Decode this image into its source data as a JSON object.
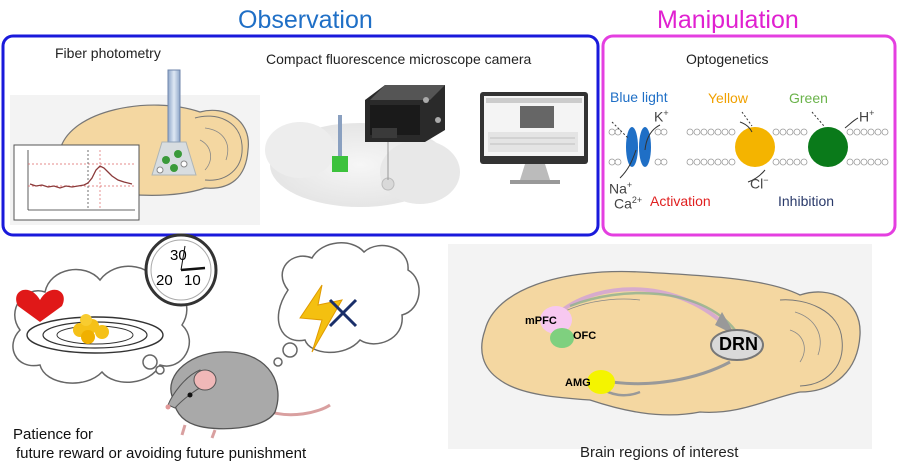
{
  "observation": {
    "title": "Observation",
    "title_color": "#1f6fc6",
    "box_color": "#1a1adb",
    "fiber_label": "Fiber photometry",
    "camera_label": "Compact fluorescence microscope camera"
  },
  "manipulation": {
    "title": "Manipulation",
    "title_color": "#e020d0",
    "box_color": "#e43fe0",
    "opto_label": "Optogenetics",
    "blue_light": "Blue light",
    "k_plus": "K",
    "na_plus": "Na",
    "ca_plus": "Ca",
    "activation": "Activation",
    "activation_color": "#e02020",
    "yellow": "Yellow",
    "yellow_color": "#f0a000",
    "green": "Green",
    "green_color": "#6ab34a",
    "h_plus": "H",
    "cl_minus": "Cl",
    "inhibition": "Inhibition",
    "inhibition_color": "#2a3a6a"
  },
  "timer": {
    "t30": "30",
    "t20": "20",
    "t10": "10"
  },
  "patience": {
    "line1": "Patience for",
    "line2": "future reward or avoiding future punishment"
  },
  "brain": {
    "mpfc": "mPFC",
    "ofc": "OFC",
    "amg": "AMG",
    "drn": "DRN",
    "caption": "Brain regions of interest"
  }
}
